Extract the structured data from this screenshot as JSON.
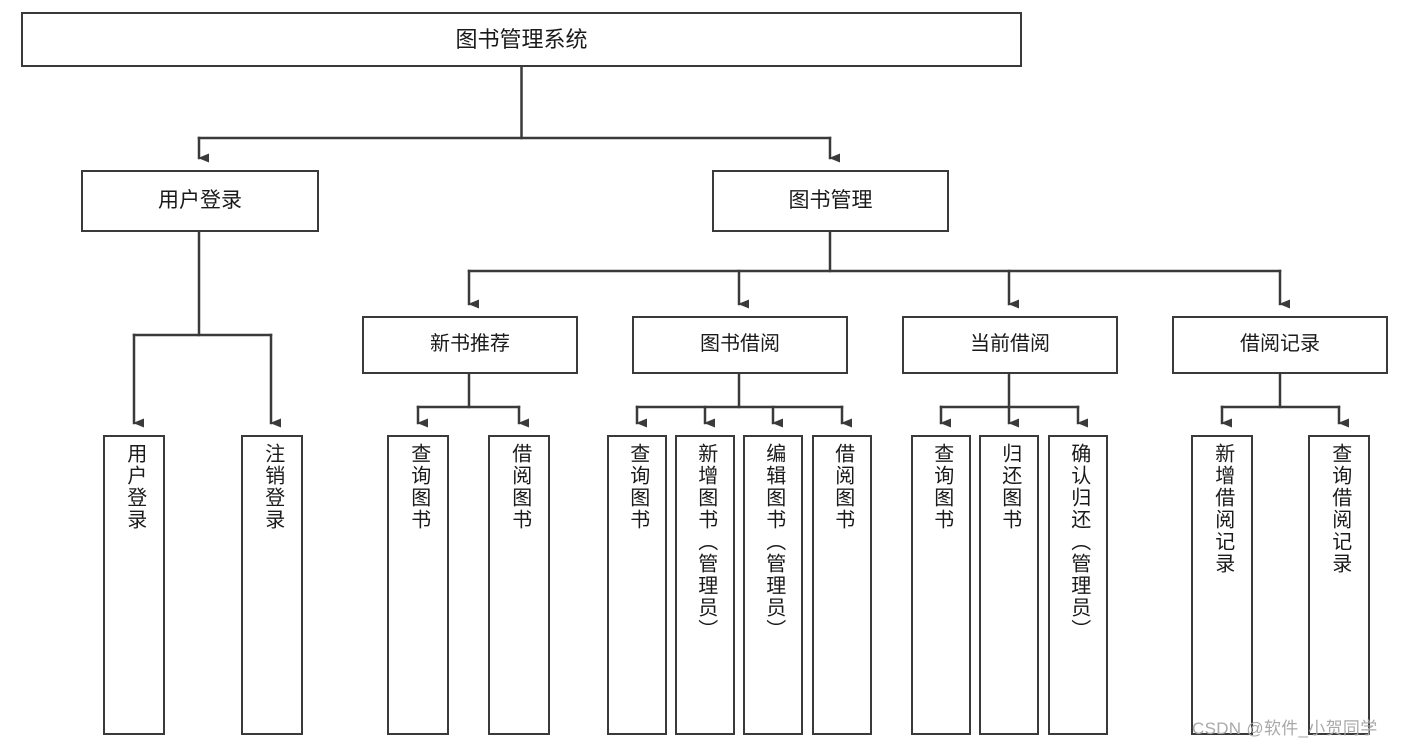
{
  "diagram": {
    "type": "tree-hierarchy-chart",
    "title_text": "图书管理系统",
    "orientation": "top-down",
    "line_color": "#3a3a3a",
    "box_fill": "#ffffff",
    "text_color": "#1a1a1a",
    "root": {
      "id": "root",
      "label": "图书管理系统",
      "level": 1,
      "text_direction": "horizontal"
    },
    "level2": [
      {
        "id": "user-login",
        "label": "用户登录",
        "level": 2,
        "text_direction": "horizontal"
      },
      {
        "id": "book-manage",
        "label": "图书管理",
        "level": 2,
        "text_direction": "horizontal"
      }
    ],
    "level3": [
      {
        "id": "new-book-recommend",
        "label": "新书推荐",
        "level": 3,
        "text_direction": "horizontal",
        "parent": "book-manage"
      },
      {
        "id": "book-borrow",
        "label": "图书借阅",
        "level": 3,
        "text_direction": "horizontal",
        "parent": "book-manage"
      },
      {
        "id": "current-borrow",
        "label": "当前借阅",
        "level": 3,
        "text_direction": "horizontal",
        "parent": "book-manage"
      },
      {
        "id": "borrow-record",
        "label": "借阅记录",
        "level": 3,
        "text_direction": "horizontal",
        "parent": "book-manage"
      }
    ],
    "leaves": [
      {
        "id": "leaf-user-login",
        "label": "用户登录",
        "parent": "user-login",
        "text_direction": "vertical"
      },
      {
        "id": "leaf-logout-login",
        "label": "注销登录",
        "parent": "user-login",
        "text_direction": "vertical"
      },
      {
        "id": "leaf-query-book-rec",
        "label": "查询图书",
        "parent": "new-book-recommend",
        "text_direction": "vertical"
      },
      {
        "id": "leaf-borrow-book-rec",
        "label": "借阅图书",
        "parent": "new-book-recommend",
        "text_direction": "vertical"
      },
      {
        "id": "leaf-query-book-borrow",
        "label": "查询图书",
        "parent": "book-borrow",
        "text_direction": "vertical"
      },
      {
        "id": "leaf-add-book-admin",
        "label": "新增图书（管理员）",
        "parent": "book-borrow",
        "text_direction": "vertical"
      },
      {
        "id": "leaf-edit-book-admin",
        "label": "编辑图书（管理员）",
        "parent": "book-borrow",
        "text_direction": "vertical"
      },
      {
        "id": "leaf-borrow-book",
        "label": "借阅图书",
        "parent": "book-borrow",
        "text_direction": "vertical"
      },
      {
        "id": "leaf-query-book-current",
        "label": "查询图书",
        "parent": "current-borrow",
        "text_direction": "vertical"
      },
      {
        "id": "leaf-return-book",
        "label": "归还图书",
        "parent": "current-borrow",
        "text_direction": "vertical"
      },
      {
        "id": "leaf-confirm-return-admin",
        "label": "确认归还（管理员）",
        "parent": "current-borrow",
        "text_direction": "vertical"
      },
      {
        "id": "leaf-add-borrow-record",
        "label": "新增借阅记录",
        "parent": "borrow-record",
        "text_direction": "vertical"
      },
      {
        "id": "leaf-query-borrow-record",
        "label": "查询借阅记录",
        "parent": "borrow-record",
        "text_direction": "vertical"
      }
    ]
  },
  "watermark": {
    "text": "CSDN @软件_小贺同学",
    "color": "#a9a9a9"
  }
}
